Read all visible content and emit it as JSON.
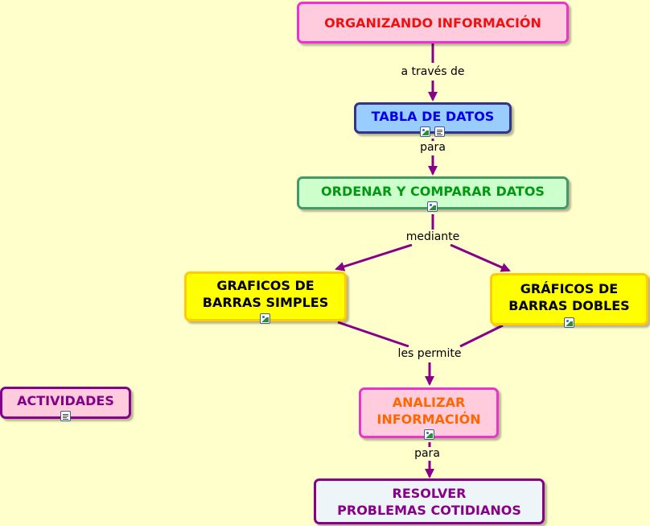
{
  "nodes": {
    "organizando": {
      "text": "ORGANIZANDO INFORMACIÓN",
      "fill": "#ffccdd",
      "border": "#ee33cc",
      "color": "#ee1111"
    },
    "tabla": {
      "text": "TABLA DE DATOS",
      "fill": "#99ccff",
      "border": "#333388",
      "color": "#0000ee"
    },
    "ordenar": {
      "text": "ORDENAR Y COMPARAR DATOS",
      "fill": "#ccffcc",
      "border": "#449966",
      "color": "#009911"
    },
    "simples": {
      "text": "GRAFICOS DE\nBARRAS SIMPLES",
      "fill": "#ffff00",
      "border": "#ffcc00",
      "color": "#000000"
    },
    "dobles": {
      "text": "GRÁFICOS DE\nBARRAS DOBLES",
      "fill": "#ffff00",
      "border": "#ffcc00",
      "color": "#000000"
    },
    "actividades": {
      "text": "ACTIVIDADES",
      "fill": "#ffccdd",
      "border": "#880088",
      "color": "#880088"
    },
    "analizar": {
      "text": "ANALIZAR\nINFORMACIÓN",
      "fill": "#ffccdd",
      "border": "#ee33cc",
      "color": "#ff6600"
    },
    "resolver": {
      "text": "RESOLVER\nPROBLEMAS COTIDIANOS",
      "fill": "#eef5f8",
      "border": "#880088",
      "color": "#880088"
    }
  },
  "links": {
    "a_traves_de": "a través de",
    "para_1": "para",
    "mediante": "mediante",
    "les_permite": "les permite",
    "para_2": "para"
  },
  "colors": {
    "background": "#ffffcc",
    "link": "#880088"
  },
  "icons": {
    "tabla_1": "image-resource-icon",
    "tabla_2": "document-resource-icon",
    "ordenar": "image-resource-icon",
    "simples": "image-resource-icon",
    "dobles": "image-resource-icon",
    "actividades": "document-resource-icon",
    "analizar": "image-resource-icon"
  }
}
